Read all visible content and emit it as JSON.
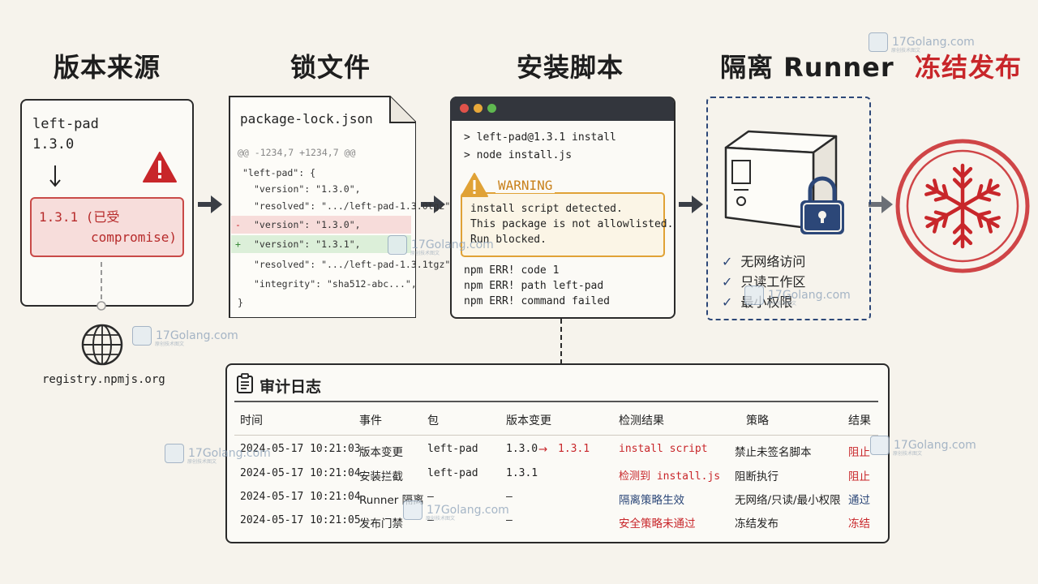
{
  "stages": {
    "source": {
      "title": "版本来源",
      "package": "left-pad",
      "old_version": "1.3.0",
      "new_version_line1": "1.3.1 (已受",
      "new_version_line2": "compromise)",
      "registry": "registry.npmjs.org"
    },
    "lockfile": {
      "title": "锁文件",
      "filename": "package-lock.json",
      "lines": [
        {
          "mark": "",
          "text": "@@ -1234,7 +1234,7 @@",
          "type": "hunk"
        },
        {
          "mark": "",
          "text": "\"left-pad\": {",
          "type": "ctx"
        },
        {
          "mark": "",
          "text": "\"version\": \"1.3.0\",",
          "type": "ctx"
        },
        {
          "mark": "",
          "text": "\"resolved\": \".../left-pad-1.3.0tgz\",",
          "type": "ctx"
        },
        {
          "mark": "-",
          "text": "\"version\": \"1.3.0\",",
          "type": "del"
        },
        {
          "mark": "+",
          "text": "\"version\": \"1.3.1\",",
          "type": "add"
        },
        {
          "mark": "",
          "text": "\"resolved\": \".../left-pad-1.3.1tgz\",",
          "type": "ctx"
        },
        {
          "mark": "",
          "text": "\"integrity\": \"sha512-abc...\",",
          "type": "ctx"
        },
        {
          "mark": "",
          "text": "}",
          "type": "ctx"
        }
      ]
    },
    "install": {
      "title": "安装脚本",
      "cmd1": "> left-pad@1.3.1 install",
      "cmd2": "> node install.js",
      "warning_label": "WARNING",
      "warning_line1": "install script detected.",
      "warning_line2": "This package is not allowlisted.",
      "warning_line3": "Run blocked.",
      "err1": "npm ERR! code 1",
      "err2": "npm ERR! path left-pad",
      "err3": "npm ERR! command failed"
    },
    "runner": {
      "title": "隔离 Runner",
      "checks": [
        "无网络访问",
        "只读工作区",
        "最小权限"
      ]
    },
    "freeze": {
      "title": "冻结发布"
    }
  },
  "audit": {
    "title": "审计日志",
    "columns": [
      "时间",
      "事件",
      "包",
      "版本变更",
      "检测结果",
      "策略",
      "结果"
    ],
    "rows": [
      {
        "time": "2024-05-17 10:21:03",
        "event": "版本变更",
        "pkg": "left-pad",
        "change_from": "1.3.0",
        "change_arrow": "→",
        "change_to": "1.3.1",
        "detect": "install script",
        "policy": "禁止未签名脚本",
        "result": "阻止"
      },
      {
        "time": "2024-05-17 10:21:04",
        "event": "安装拦截",
        "pkg": "left-pad",
        "change_from": "1.3.1",
        "change_arrow": "",
        "change_to": "",
        "detect": "检测到 install.js",
        "policy": "阻断执行",
        "result": "阻止"
      },
      {
        "time": "2024-05-17 10:21:04",
        "event": "Runner 隔离",
        "pkg": "–",
        "change_from": "–",
        "change_arrow": "",
        "change_to": "",
        "detect": "隔离策略生效",
        "policy": "无网络/只读/最小权限",
        "result": "通过"
      },
      {
        "time": "2024-05-17 10:21:05",
        "event": "发布门禁",
        "pkg": "–",
        "change_from": "–",
        "change_arrow": "",
        "change_to": "",
        "detect": "安全策略未通过",
        "policy": "冻结发布",
        "result": "冻结"
      }
    ]
  },
  "watermark": {
    "text": "17Golang.com",
    "sub": "原创技术图文"
  },
  "colors": {
    "red": "#c8262a",
    "blue": "#2c4778",
    "warning": "#e0a236",
    "dark": "#2a2a2a"
  },
  "icons": [
    "warning-triangle-icon",
    "globe-icon",
    "server-icon",
    "padlock-icon",
    "snowflake-stamp-icon",
    "clipboard-icon",
    "check-icon",
    "arrow-right-icon",
    "arrow-down-icon"
  ]
}
